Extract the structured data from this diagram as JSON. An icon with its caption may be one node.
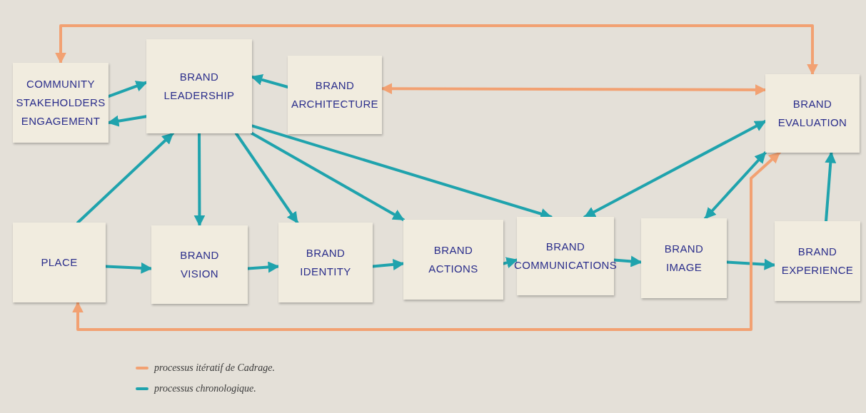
{
  "diagram": {
    "nodes": [
      {
        "text": [
          "COMMUNITY STAKEHOLDERS ENGAGEMENT"
        ]
      },
      {
        "text": [
          "BRAND LEADERSHIP"
        ]
      },
      {
        "text": [
          "BRAND ARCHITECTURE"
        ]
      },
      {
        "text": [
          "BRAND EVALUATION"
        ]
      },
      {
        "text": [
          "PLACE"
        ]
      },
      {
        "text": [
          "BRAND VISION"
        ]
      },
      {
        "text": [
          "BRAND IDENTITY"
        ]
      },
      {
        "text": [
          "BRAND ACTIONS"
        ]
      },
      {
        "text": [
          "BRAND COMMUNICATIONS"
        ]
      },
      {
        "text": [
          "BRAND IMAGE"
        ]
      },
      {
        "text": [
          "BRAND EXPERIENCE"
        ]
      }
    ],
    "edges": [
      {
        "from": 0,
        "to": 1,
        "arrow": "to"
      },
      {
        "from": 1,
        "to": 0,
        "arrow": "to"
      },
      {
        "from": 2,
        "to": 1,
        "arrow": "to"
      },
      {
        "from": 4,
        "to": 1,
        "arrow": "to"
      },
      {
        "from": 1,
        "to": 5,
        "arrow": "to"
      },
      {
        "from": 1,
        "to": 6,
        "arrow": "to"
      },
      {
        "from": 1,
        "to": 7,
        "arrow": "to"
      },
      {
        "from": 1,
        "to": 8,
        "arrow": "to"
      },
      {
        "from": 3,
        "to": 8,
        "arrow": "both"
      },
      {
        "from": 3,
        "to": 9,
        "arrow": "both"
      },
      {
        "from": 10,
        "to": 3,
        "arrow": "to"
      },
      {
        "from": 4,
        "to": 5,
        "arrow": "to"
      },
      {
        "from": 5,
        "to": 6,
        "arrow": "to"
      },
      {
        "from": 6,
        "to": 7,
        "arrow": "to"
      },
      {
        "from": 7,
        "to": 8,
        "arrow": "to"
      },
      {
        "from": 8,
        "to": 9,
        "arrow": "to"
      },
      {
        "from": 9,
        "to": 10,
        "arrow": "to"
      },
      {
        "from": 3,
        "to": 0,
        "arrow": "both",
        "color": "#f2a172"
      },
      {
        "from": 3,
        "to": 2,
        "arrow": "both",
        "color": "#f2a172"
      },
      {
        "from": 3,
        "to": 4,
        "arrow": "both",
        "color": "#f2a172"
      }
    ],
    "legend": [
      {
        "text": "processus itératif de Cadrage.",
        "color": "#f2a172"
      },
      {
        "text": "processus chronologique.",
        "color": "#1fa3ad"
      }
    ]
  }
}
